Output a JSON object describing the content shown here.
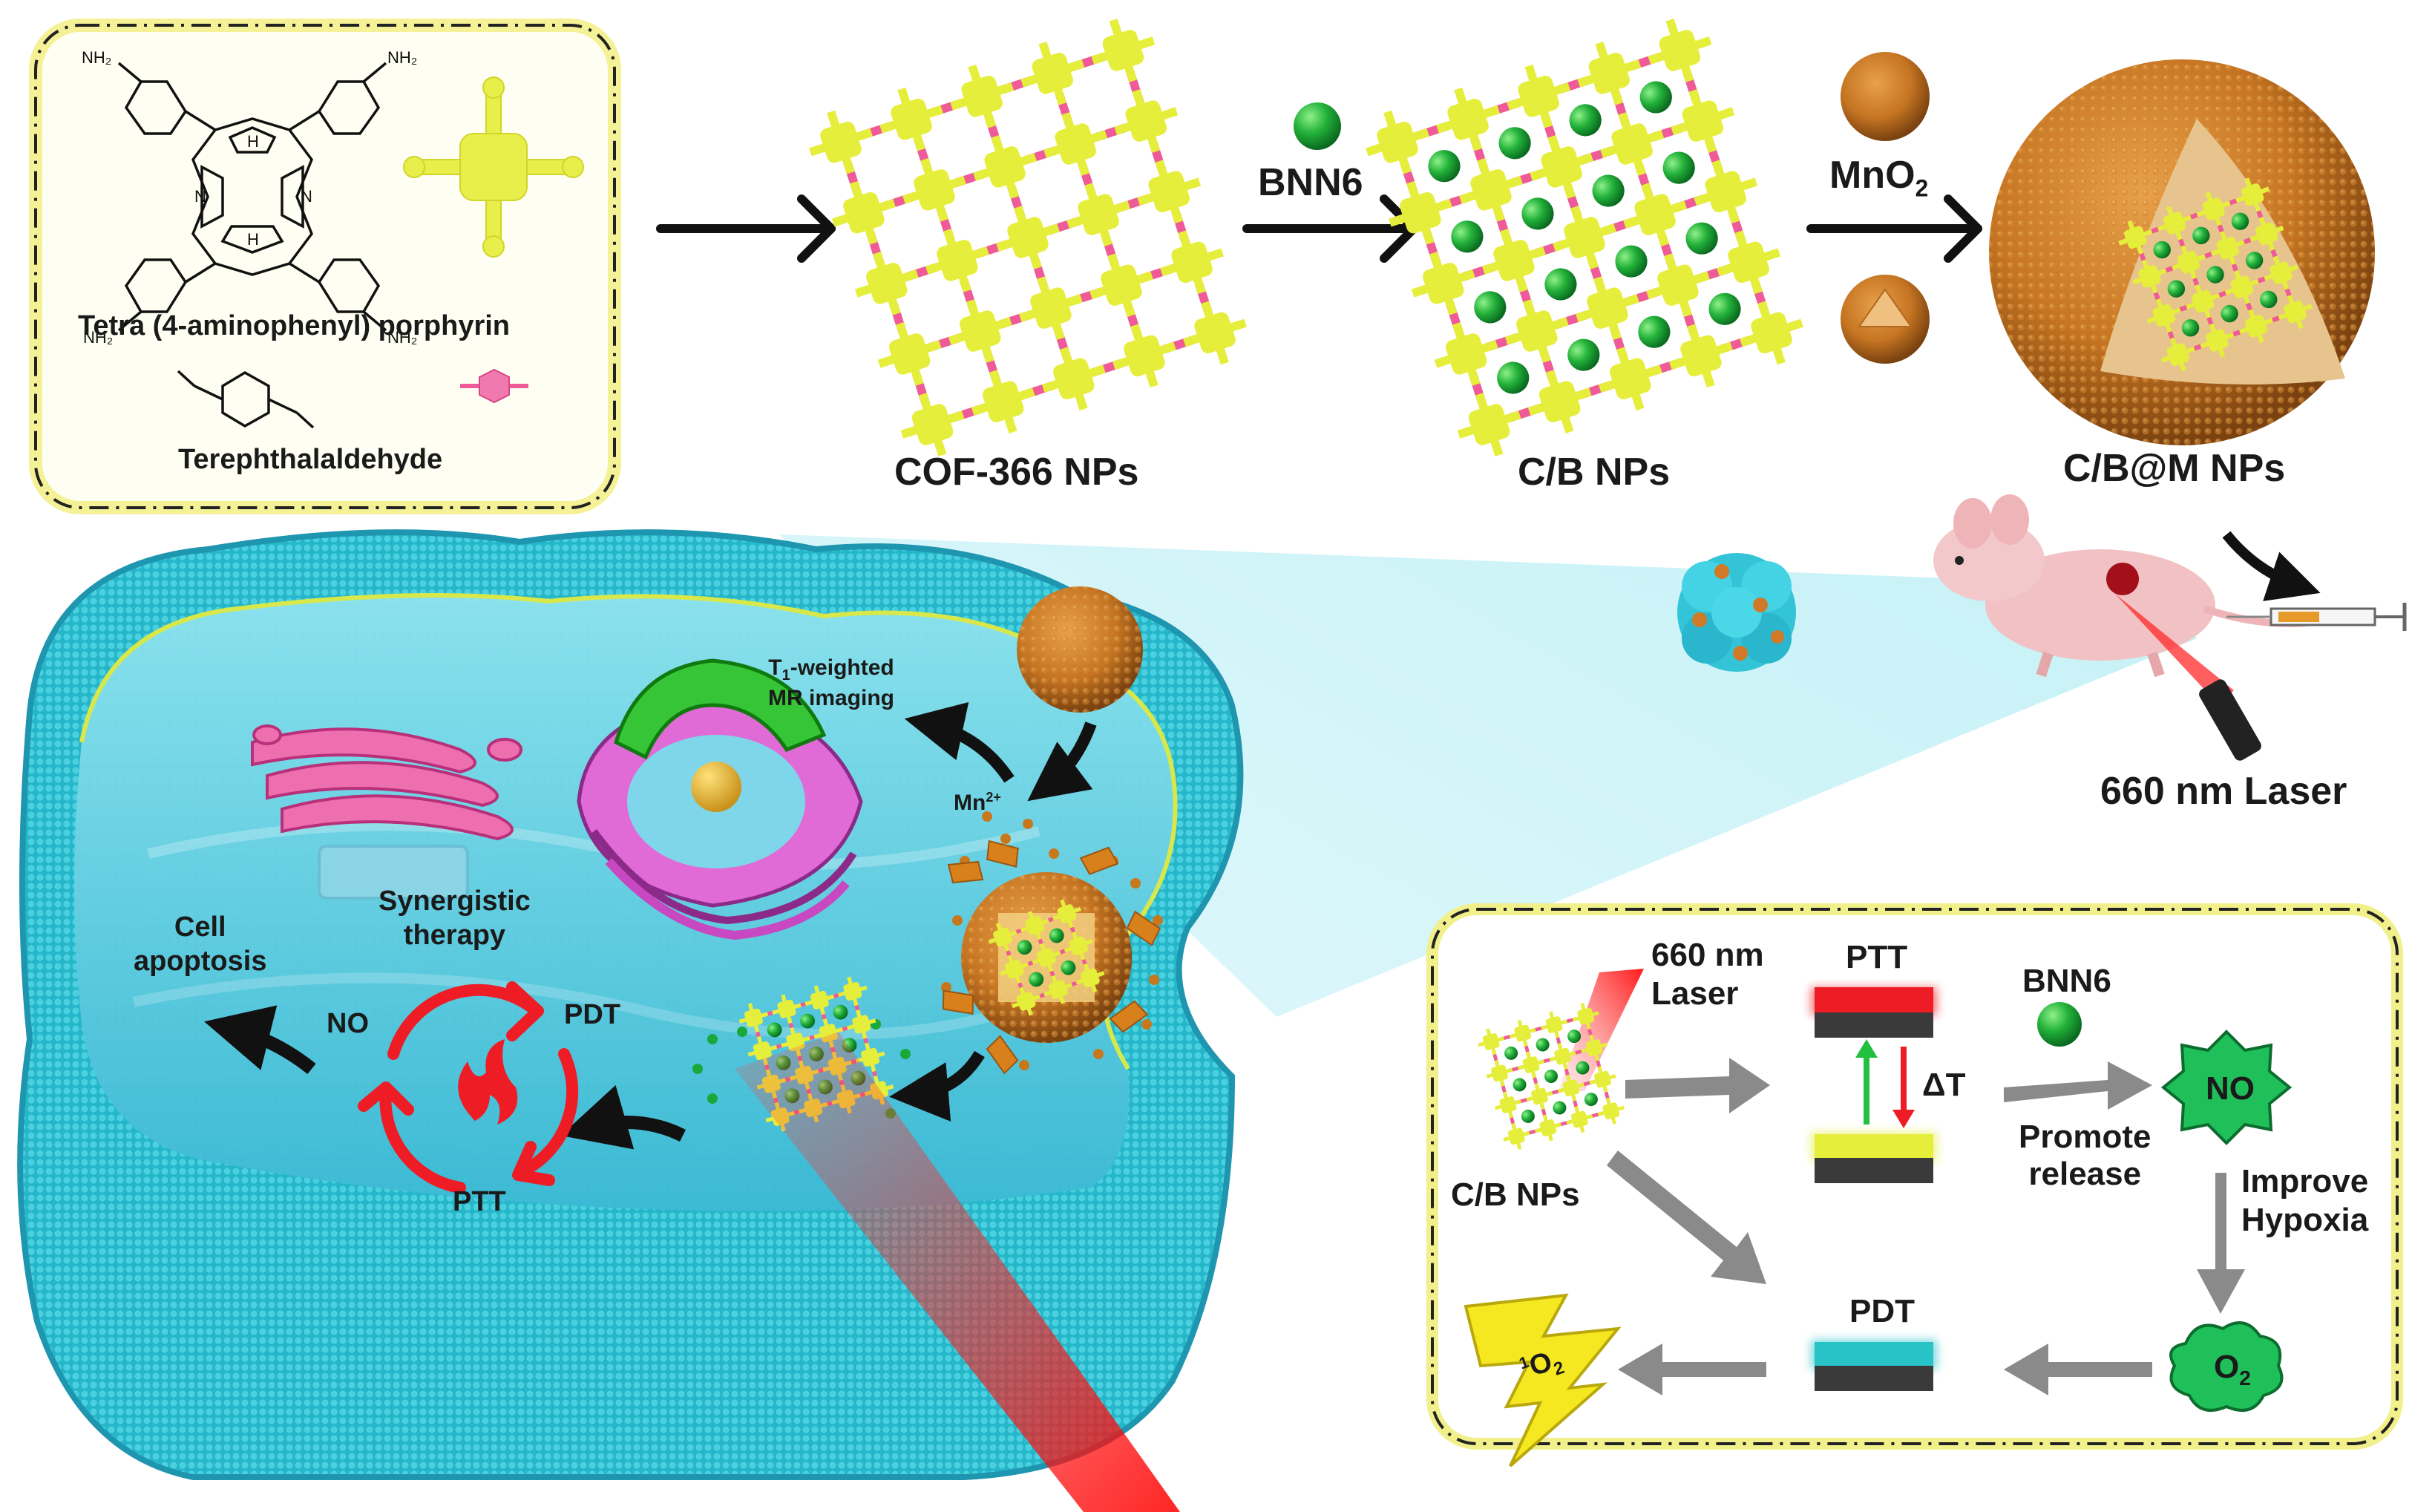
{
  "synthesis": {
    "porphyrin_label": "Tetra (4-aminophenyl) porphyrin",
    "aldehyde_label": "Terephthalaldehyde",
    "amine_group": "NH₂",
    "porphyrin_n": "N",
    "porphyrin_nh": "H",
    "cof_label": "COF-366 NPs",
    "bnn6_label": "BNN6",
    "cb_label": "C/B NPs",
    "mno2_label": "MnO",
    "mno2_sub": "2",
    "cbm_label": "C/B@M NPs",
    "laser_label": "660 nm Laser"
  },
  "cell": {
    "t1_label_line1": "T",
    "t1_label_sub": "1",
    "t1_label_rest": "-weighted",
    "t1_label_line2": "MR imaging",
    "mn_label": "Mn",
    "mn_sup": "2+",
    "synergy_line1": "Synergistic",
    "synergy_line2": "therapy",
    "apoptosis_line1": "Cell",
    "apoptosis_line2": "apoptosis",
    "no_label": "NO",
    "pdt_label": "PDT",
    "ptt_label": "PTT"
  },
  "mechanism": {
    "laser_line1": "660 nm",
    "laser_line2": "Laser",
    "ptt_label": "PTT",
    "delta_t": "ΔT",
    "bnn6_label": "BNN6",
    "no_label": "NO",
    "promote_line1": "Promote",
    "promote_line2": "release",
    "improve_line1": "Improve",
    "improve_line2": "Hypoxia",
    "cb_label": "C/B NPs",
    "pdt_label": "PDT",
    "o2_label": "O",
    "o2_sub": "2",
    "singlet_pre": "1",
    "singlet_o": "O",
    "singlet_sub": "2"
  },
  "colors": {
    "cof_yellow": "#e6ee3c",
    "cof_pink": "#ee5b98",
    "bnn6_green": "#19a83a",
    "mno2_orange": "#c8781c",
    "cell_cyan": "#2bc0cf",
    "laser_red": "#ff1a1a",
    "arrow_gray": "#8a8a8a",
    "panel_border": "#2b2b10",
    "panel_glow": "#f2f08a",
    "ptt_red": "#ee1c24",
    "pdt_cyan": "#27c3c7",
    "no_star": "#1fbf5a",
    "lightning": "#f5e820"
  }
}
